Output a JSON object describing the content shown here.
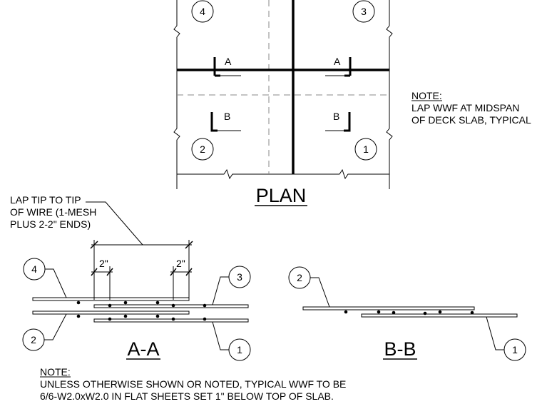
{
  "plan": {
    "title": "PLAN",
    "panel_bubbles": [
      "4",
      "3",
      "2",
      "1"
    ],
    "section_marks": {
      "upper_left": "A",
      "upper_right": "A",
      "lower_left": "B",
      "lower_right": "B"
    }
  },
  "notes": {
    "plan_note_title": "NOTE:",
    "plan_note_lines": [
      "LAP WWF AT MIDSPAN",
      "OF DECK SLAB, TYPICAL"
    ],
    "general_note_title": "NOTE:",
    "general_note_lines": [
      "UNLESS OTHERWISE SHOWN OR NOTED, TYPICAL WWF TO BE",
      "6/6-W2.0xW2.0 IN FLAT SHEETS SET 1\" BELOW TOP OF SLAB."
    ]
  },
  "section_aa": {
    "title": "A-A",
    "lap_label_lines": [
      "LAP TIP TO TIP",
      "OF WIRE (1-MESH",
      "PLUS 2-2\" ENDS)"
    ],
    "end_dim_left": "2\"",
    "end_dim_right": "2\"",
    "bubbles": [
      "4",
      "3",
      "2",
      "1"
    ]
  },
  "section_bb": {
    "title": "B-B",
    "bubbles": [
      "2",
      "1"
    ]
  }
}
